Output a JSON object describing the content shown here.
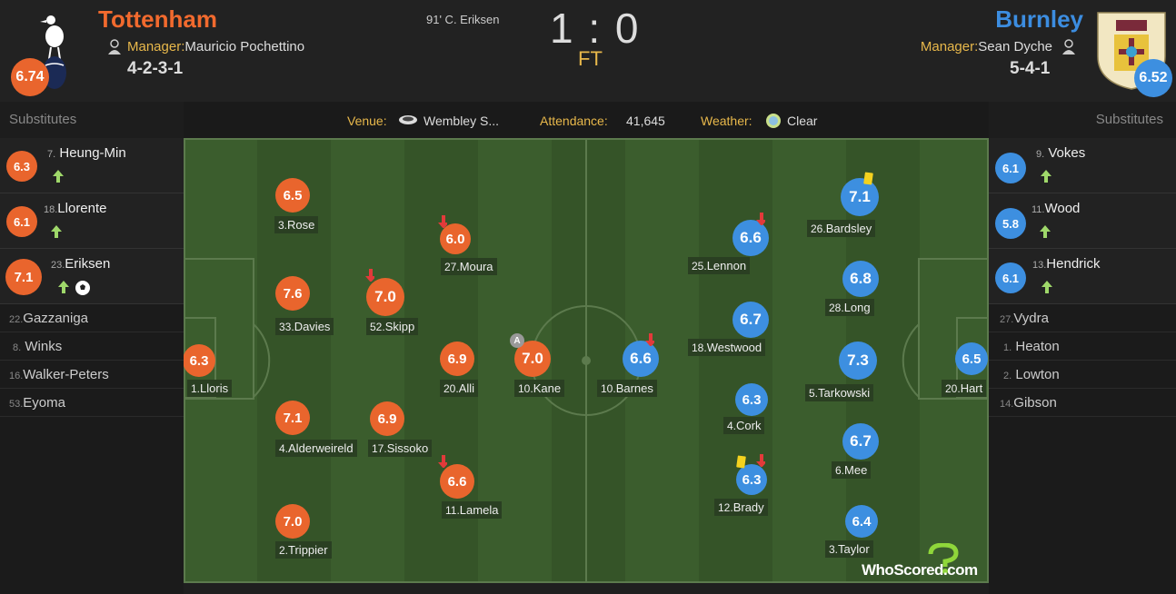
{
  "home": {
    "name": "Tottenham",
    "manager_label": "Manager:",
    "manager": "Mauricio Pochettino",
    "formation": "4-2-3-1",
    "rating": "6.74",
    "substitutes_title": "Substitutes",
    "subs_used": [
      {
        "num": "7.",
        "name": "Heung-Min",
        "rating": "6.3"
      },
      {
        "num": "18.",
        "name": "Llorente",
        "rating": "6.1"
      },
      {
        "num": "23.",
        "name": "Eriksen",
        "rating": "7.1"
      }
    ],
    "subs_unused": [
      {
        "num": "22.",
        "name": "Gazzaniga"
      },
      {
        "num": "8.",
        "name": "Winks"
      },
      {
        "num": "16.",
        "name": "Walker-Peters"
      },
      {
        "num": "53.",
        "name": "Eyoma"
      }
    ]
  },
  "away": {
    "name": "Burnley",
    "manager_label": "Manager:",
    "manager": "Sean Dyche",
    "formation": "5-4-1",
    "rating": "6.52",
    "substitutes_title": "Substitutes",
    "subs_used": [
      {
        "num": "9.",
        "name": "Vokes",
        "rating": "6.1"
      },
      {
        "num": "11.",
        "name": "Wood",
        "rating": "5.8"
      },
      {
        "num": "13.",
        "name": "Hendrick",
        "rating": "6.1"
      }
    ],
    "subs_unused": [
      {
        "num": "27.",
        "name": "Vydra"
      },
      {
        "num": "1.",
        "name": "Heaton"
      },
      {
        "num": "2.",
        "name": "Lowton"
      },
      {
        "num": "14.",
        "name": "Gibson"
      }
    ]
  },
  "match": {
    "goal_event": "91' C. Eriksen",
    "score": "1 : 0",
    "status": "FT"
  },
  "info": {
    "venue_label": "Venue:",
    "venue": "Wembley S...",
    "attendance_label": "Attendance:",
    "attendance": "41,645",
    "weather_label": "Weather:",
    "weather": "Clear"
  },
  "home_players": [
    {
      "num": "3.",
      "name": "Rose",
      "rating": "6.5"
    },
    {
      "num": "27.",
      "name": "Moura",
      "rating": "6.0"
    },
    {
      "num": "33.",
      "name": "Davies",
      "rating": "7.6"
    },
    {
      "num": "52.",
      "name": "Skipp",
      "rating": "7.0"
    },
    {
      "num": "1.",
      "name": "Lloris",
      "rating": "6.3"
    },
    {
      "num": "20.",
      "name": "Alli",
      "rating": "6.9"
    },
    {
      "num": "10.",
      "name": "Kane",
      "rating": "7.0"
    },
    {
      "num": "4.",
      "name": "Alderweireld",
      "rating": "7.1"
    },
    {
      "num": "17.",
      "name": "Sissoko",
      "rating": "6.9"
    },
    {
      "num": "11.",
      "name": "Lamela",
      "rating": "6.6"
    },
    {
      "num": "2.",
      "name": "Trippier",
      "rating": "7.0"
    }
  ],
  "away_players": [
    {
      "num": "26.",
      "name": "Bardsley",
      "rating": "7.1"
    },
    {
      "num": "25.",
      "name": "Lennon",
      "rating": "6.6"
    },
    {
      "num": "28.",
      "name": "Long",
      "rating": "6.8"
    },
    {
      "num": "18.",
      "name": "Westwood",
      "rating": "6.7"
    },
    {
      "num": "10.",
      "name": "Barnes",
      "rating": "6.6"
    },
    {
      "num": "5.",
      "name": "Tarkowski",
      "rating": "7.3"
    },
    {
      "num": "20.",
      "name": "Hart",
      "rating": "6.5"
    },
    {
      "num": "4.",
      "name": "Cork",
      "rating": "6.3"
    },
    {
      "num": "6.",
      "name": "Mee",
      "rating": "6.7"
    },
    {
      "num": "12.",
      "name": "Brady",
      "rating": "6.3"
    },
    {
      "num": "3.",
      "name": "Taylor",
      "rating": "6.4"
    }
  ],
  "captain_mark": "A",
  "watermark": "WhoScored.com",
  "colors": {
    "home": "#e9652d",
    "away": "#3d8fe0",
    "accent": "#e8b84b",
    "pitch": "#3a5c2c"
  }
}
